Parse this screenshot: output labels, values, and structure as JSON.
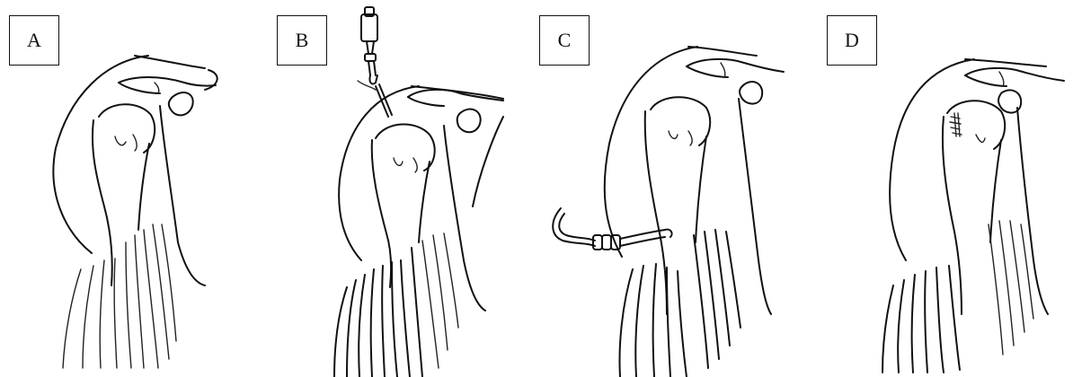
{
  "panels": [
    {
      "label": "A",
      "feature": "shoulder-anatomy"
    },
    {
      "label": "B",
      "feature": "injection-needle"
    },
    {
      "label": "C",
      "feature": "catheter-tube"
    },
    {
      "label": "D",
      "feature": "repaired-tendon"
    }
  ]
}
